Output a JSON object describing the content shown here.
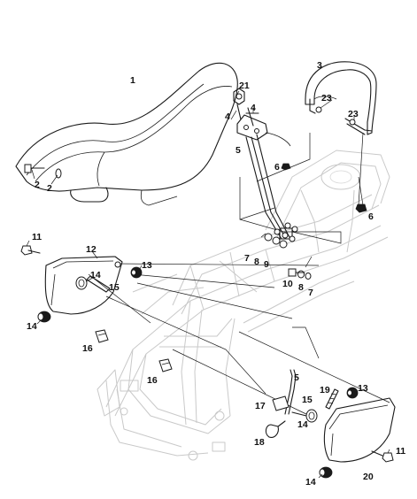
{
  "diagram": {
    "callouts": {
      "c1": "1",
      "c2a": "2",
      "c2b": "2",
      "c3": "3",
      "c21": "21",
      "c4a": "4",
      "c4b": "4",
      "c5a": "5",
      "c23a": "23",
      "c23b": "23",
      "c6a": "6",
      "c6b": "6",
      "c11a": "11",
      "c12": "12",
      "c13a": "13",
      "c14a": "14",
      "c15a": "15",
      "c14b": "14",
      "c7a": "7",
      "c8a": "8",
      "c9": "9",
      "c10": "10",
      "c8b": "8",
      "c7b": "7",
      "c16a": "16",
      "c16b": "16",
      "c5b": "5",
      "c19": "19",
      "c13b": "13",
      "c17": "17",
      "c15b": "15",
      "c14c": "14",
      "c18": "18",
      "c11b": "11",
      "c14d": "14",
      "c20": "20"
    }
  }
}
